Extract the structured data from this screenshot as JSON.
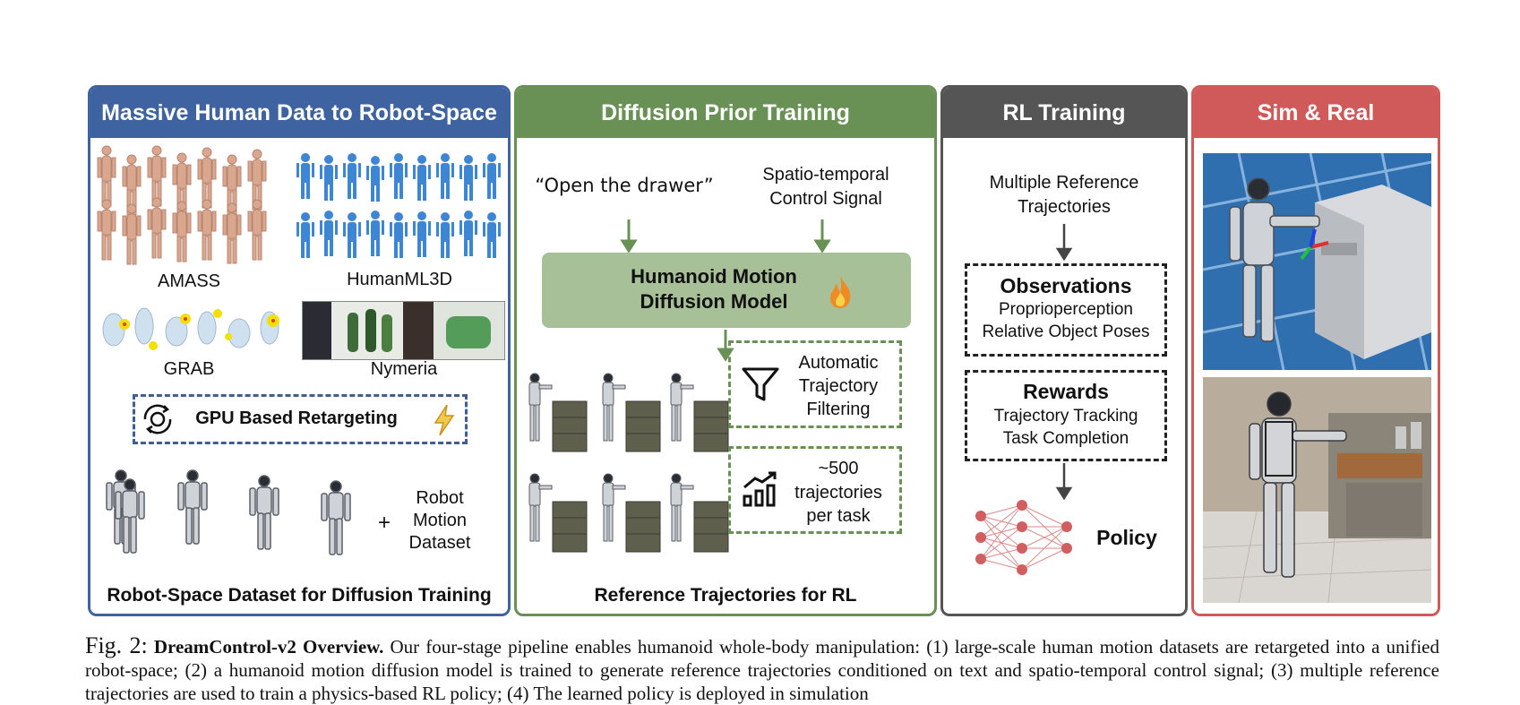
{
  "panels": {
    "p1": {
      "title": "Massive Human Data to Robot-Space",
      "color": "#3f63a0",
      "datasets": [
        "AMASS",
        "HumanML3D",
        "GRAB",
        "Nymeria"
      ],
      "retarget_label": "GPU Based Retargeting",
      "robot_dataset": [
        "Robot",
        "Motion",
        "Dataset"
      ],
      "plus": "+",
      "footer": "Robot-Space Dataset for Diffusion Training"
    },
    "p2": {
      "title": "Diffusion Prior Training",
      "color": "#6a9155",
      "text_prompt": "“Open the drawer”",
      "control_signal": [
        "Spatio-temporal",
        "Control Signal"
      ],
      "model_name": [
        "Humanoid Motion",
        "Diffusion Model"
      ],
      "filter_label": [
        "Automatic",
        "Trajectory",
        "Filtering"
      ],
      "count_label": [
        "~500",
        "trajectories",
        "per task"
      ],
      "footer": "Reference Trajectories for RL"
    },
    "p3": {
      "title": "RL Training",
      "color": "#555555",
      "refs": [
        "Multiple Reference",
        "Trajectories"
      ],
      "obs_title": "Observations",
      "obs_items": [
        "Proprioperception",
        "Relative Object Poses"
      ],
      "rew_title": "Rewards",
      "rew_items": [
        "Trajectory Tracking",
        "Task Completion"
      ],
      "policy": "Policy"
    },
    "p4": {
      "title": "Sim & Real",
      "color": "#d05a5a"
    }
  },
  "caption": {
    "fig_label": "Fig. 2:",
    "bold_title": "DreamControl-v2 Overview.",
    "text": "Our four-stage pipeline enables humanoid whole-body manipulation: (1) large-scale human motion datasets are retargeted into a unified robot-space; (2) a humanoid motion diffusion model is trained to generate reference trajectories conditioned on text and spatio-temporal control signal; (3) multiple reference trajectories are used to train a physics-based RL policy; (4) The learned policy is deployed in simulation"
  }
}
